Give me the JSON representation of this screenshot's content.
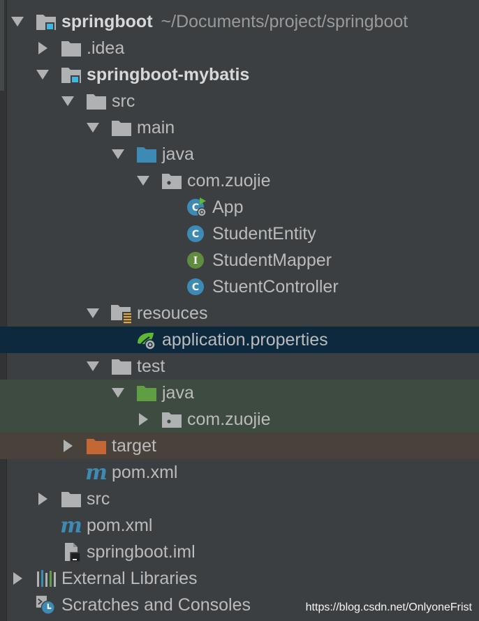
{
  "tree": {
    "root": {
      "name": "springboot",
      "path": "~/Documents/project/springboot"
    },
    "idea": "idea",
    "module": "springboot-mybatis",
    "src": "src",
    "main": "main",
    "java_main": "java",
    "package_main": "com.zuojie",
    "classes": [
      "App",
      "StudentEntity",
      "StudentMapper",
      "StuentController"
    ],
    "resources": "resouces",
    "app_properties": "application.properties",
    "test": "test",
    "java_test": "java",
    "package_test": "com.zuojie",
    "target": "target",
    "module_pom": "pom.xml",
    "root_src": "src",
    "root_pom": "pom.xml",
    "iml": "springboot.iml",
    "external_libraries": "External Libraries",
    "scratches": "Scratches and Consoles"
  },
  "watermark": "https://blog.csdn.net/OnlyoneFrist",
  "colors": {
    "background": "#3c3f41",
    "selected_row": "#0d293e",
    "test_row": "#3d4b41",
    "excluded_row": "#49423a",
    "folder": "#afb1b3",
    "source_folder": "#3d8bb5",
    "test_folder": "#5f9e43",
    "excluded_folder": "#c26735",
    "class_icon": "#3d8bb5",
    "interface_icon": "#5f8c3e"
  }
}
